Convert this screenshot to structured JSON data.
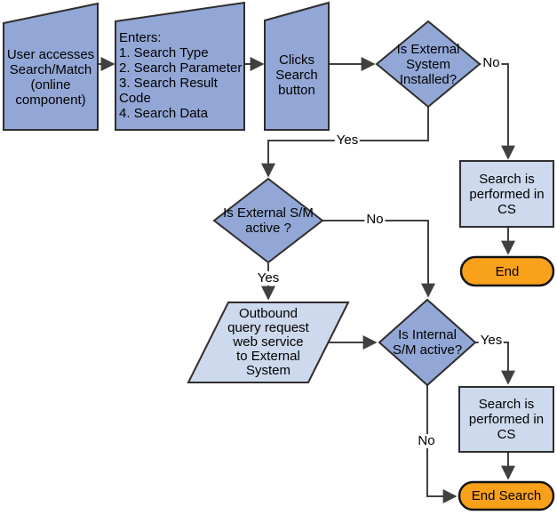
{
  "colors": {
    "node_blue": "#93a7d6",
    "node_light_blue": "#cdd9ec",
    "terminator_orange": "#f9a11b",
    "line": "#404040"
  },
  "nodes": {
    "user_access": {
      "label": "User accesses\nSearch/Match\n(online\ncomponent)"
    },
    "enters": {
      "label": "Enters:\n1. Search Type\n2. Search Parameter\n3. Search Result Code\n4. Search Data"
    },
    "clicks_search": {
      "label": "Clicks\nSearch\nbutton"
    },
    "is_external_system_installed": {
      "label": "Is External\nSystem\nInstalled?"
    },
    "search_performed_cs_top": {
      "label": "Search is\nperformed in CS"
    },
    "end_top": {
      "label": "End"
    },
    "is_external_sm_active": {
      "label": "Is External S/M\nactive ?"
    },
    "outbound_query": {
      "label": "Outbound\nquery request\nweb service\nto External\nSystem"
    },
    "is_internal_sm_active": {
      "label": "Is Internal\nS/M active?"
    },
    "search_performed_cs_bottom": {
      "label": "Search is\nperformed in CS"
    },
    "end_search": {
      "label": "End Search"
    }
  },
  "edge_labels": {
    "no_external_installed": "No",
    "yes_external_installed": "Yes",
    "no_external_active": "No",
    "yes_external_active": "Yes",
    "yes_internal_active": "Yes",
    "no_internal_active": "No"
  }
}
